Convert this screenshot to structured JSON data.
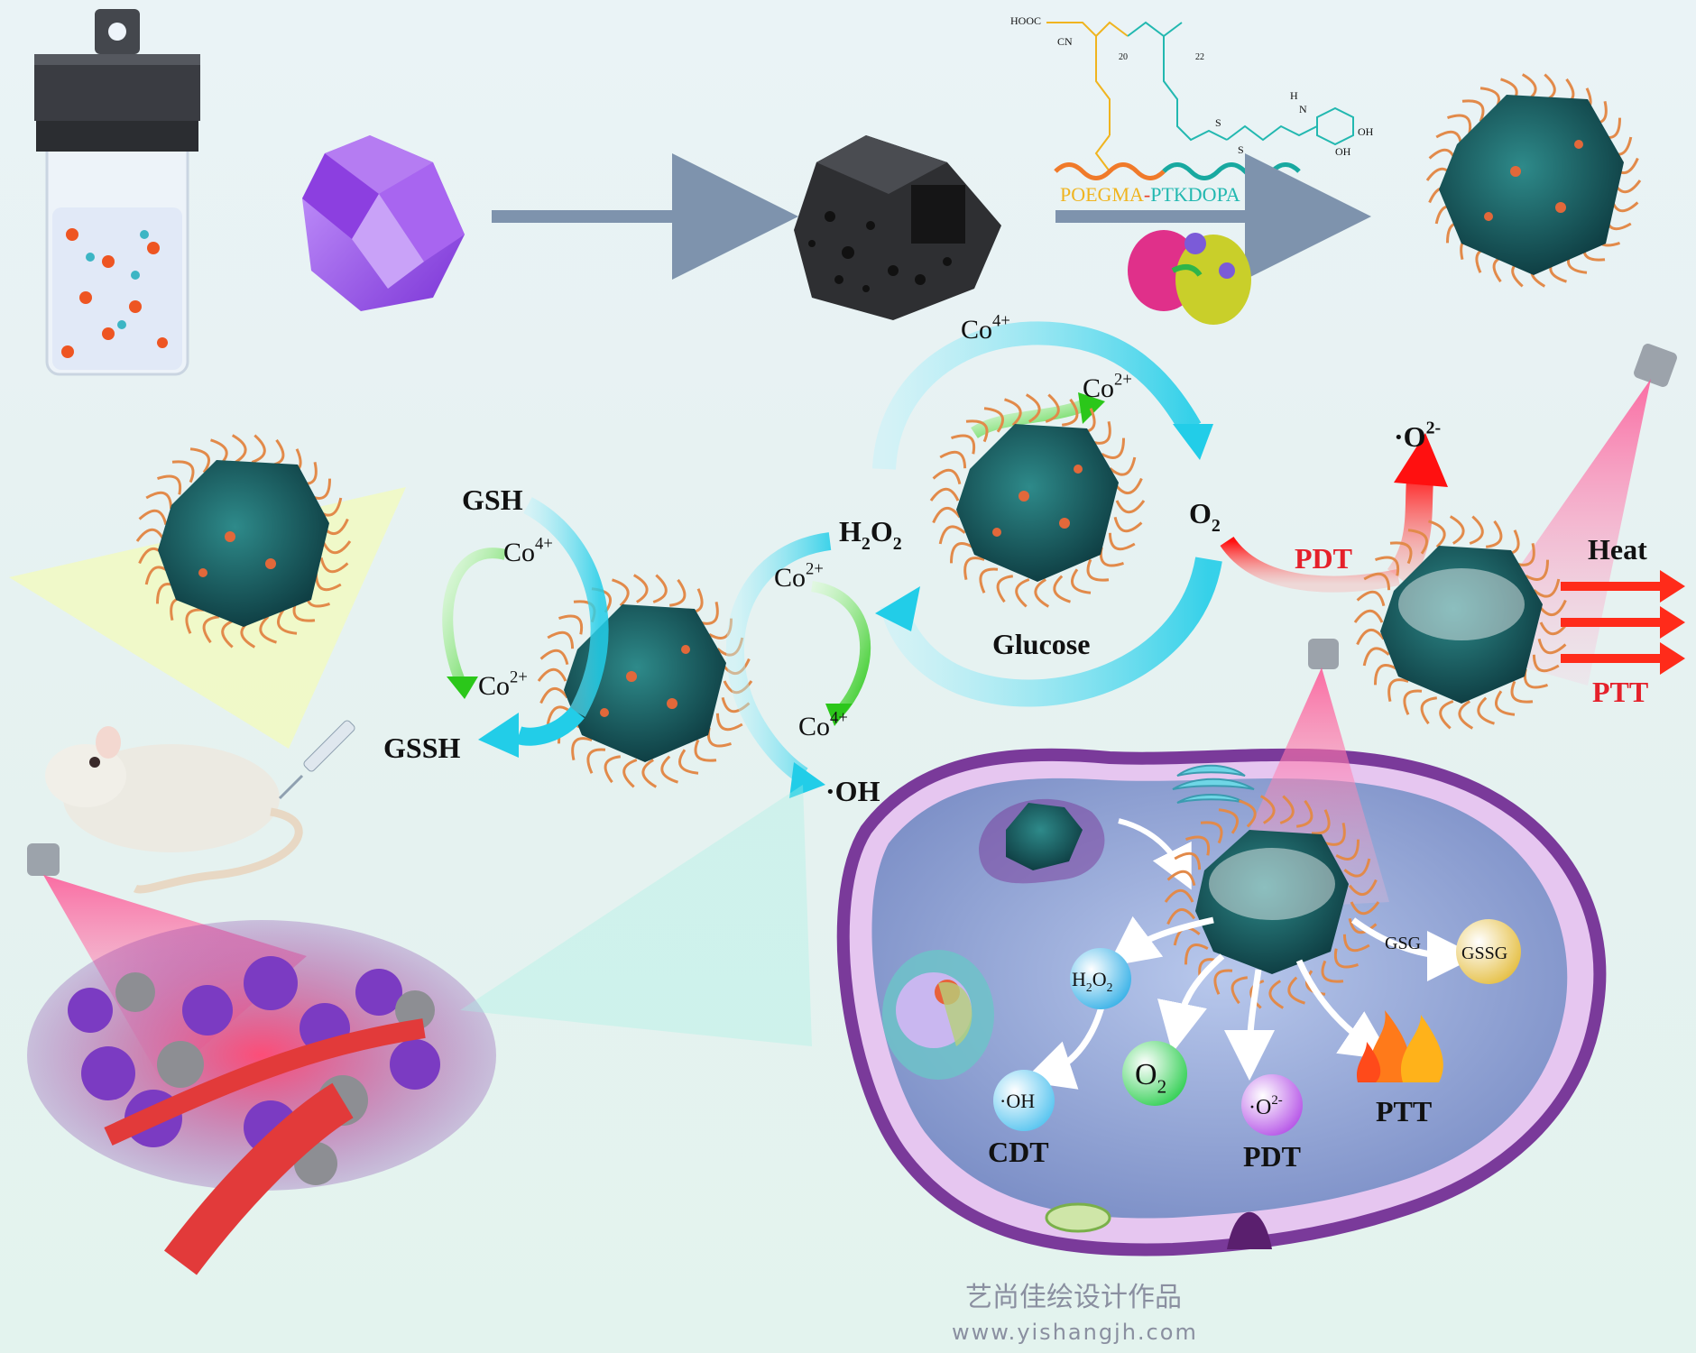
{
  "polymer": {
    "name_part1": "POEGMA",
    "name_sep": "-",
    "name_part2": "PTKDOPA",
    "frag_hooc": "HOOC",
    "frag_cn": "CN",
    "frag_20": "20",
    "frag_22": "22",
    "frag_oh1": "OH",
    "frag_oh2": "OH",
    "frag_h": "H",
    "frag_n": "N",
    "frag_s1": "S",
    "frag_s2": "S"
  },
  "cycle": {
    "co4_top": "Co4+",
    "co2_top": "Co2+",
    "o2": "O2",
    "glucose": "Glucose",
    "h2o2": "H2O2",
    "co2_mid": "Co2+",
    "co4_mid": "Co4+",
    "oh": "·OH",
    "gsh": "GSH",
    "co4_left": "Co4+",
    "co2_left": "Co2+",
    "gssh": "GSSH"
  },
  "therapy": {
    "superoxide": "·O2-",
    "pdt": "PDT",
    "heat": "Heat",
    "ptt": "PTT"
  },
  "cell": {
    "h2o2": "H2O2",
    "oh": "·OH",
    "cdt": "CDT",
    "o2": "O2",
    "superoxide": "·O2-",
    "pdt": "PDT",
    "ptt": "PTT",
    "gsg": "GSG",
    "gssg": "GSSG"
  },
  "watermark": {
    "cn": "艺尚佳绘设计作品",
    "url": "www.yishangjh.com"
  },
  "colors": {
    "arrow_gray": "#7e93ad",
    "cyan_arrow": "#35d3ec",
    "green_arrow": "#42d12a",
    "red_text": "#e5202a",
    "purple_crystal": "#9b52e8",
    "cell_purple": "#7a3a9a",
    "laser_pink": "#ff3d8a",
    "polymer_yellow": "#f0b41f",
    "polymer_teal": "#22b8b0",
    "particle_teal": "#1e6a6a"
  }
}
